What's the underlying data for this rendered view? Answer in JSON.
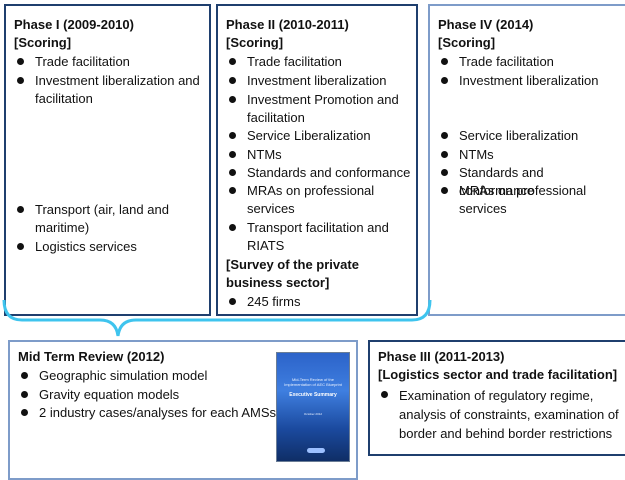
{
  "phase1": {
    "title": "Phase I (2009-2010)",
    "sub": "[Scoring]",
    "items": [
      "Trade facilitation",
      "Investment liberalization and facilitation",
      "Transport (air, land and maritime)",
      "Logistics services"
    ]
  },
  "phase2": {
    "title": "Phase II (2010-2011)",
    "sub": "[Scoring]",
    "items": [
      "Trade facilitation",
      "Investment liberalization",
      "Investment Promotion and facilitation",
      "Service Liberalization",
      "NTMs",
      "Standards and conformance",
      "MRAs on professional services",
      "Transport facilitation and RIATS"
    ],
    "survey": "[Survey of the private business sector]",
    "survey_items": [
      "245 firms"
    ]
  },
  "phase4": {
    "title": "Phase IV (2014)",
    "sub": "[Scoring]",
    "items": [
      "Trade facilitation",
      "Investment liberalization",
      "Service liberalization",
      "NTMs",
      "Standards and conformance",
      "MRAs on professional services"
    ]
  },
  "midterm": {
    "title": "Mid Term Review (2012)",
    "items": [
      "Geographic simulation model",
      "Gravity equation models",
      "2 industry cases/analyses for each AMSs"
    ],
    "cover_title": "Mid-Term Review of the Implementation of AEC Blueprint",
    "cover_subtitle": "Executive Summary",
    "cover_date": "October 2012"
  },
  "phase3": {
    "title": "Phase III (2011-2013)",
    "sub": "[Logistics sector and trade facilitation]",
    "items": [
      "Examination of regulatory regime, analysis of constraints, examination of border and behind border restrictions"
    ]
  },
  "colors": {
    "dark_border": "#1f3f6e",
    "light_border": "#7e9cc9",
    "brace": "#3fc4ee"
  }
}
